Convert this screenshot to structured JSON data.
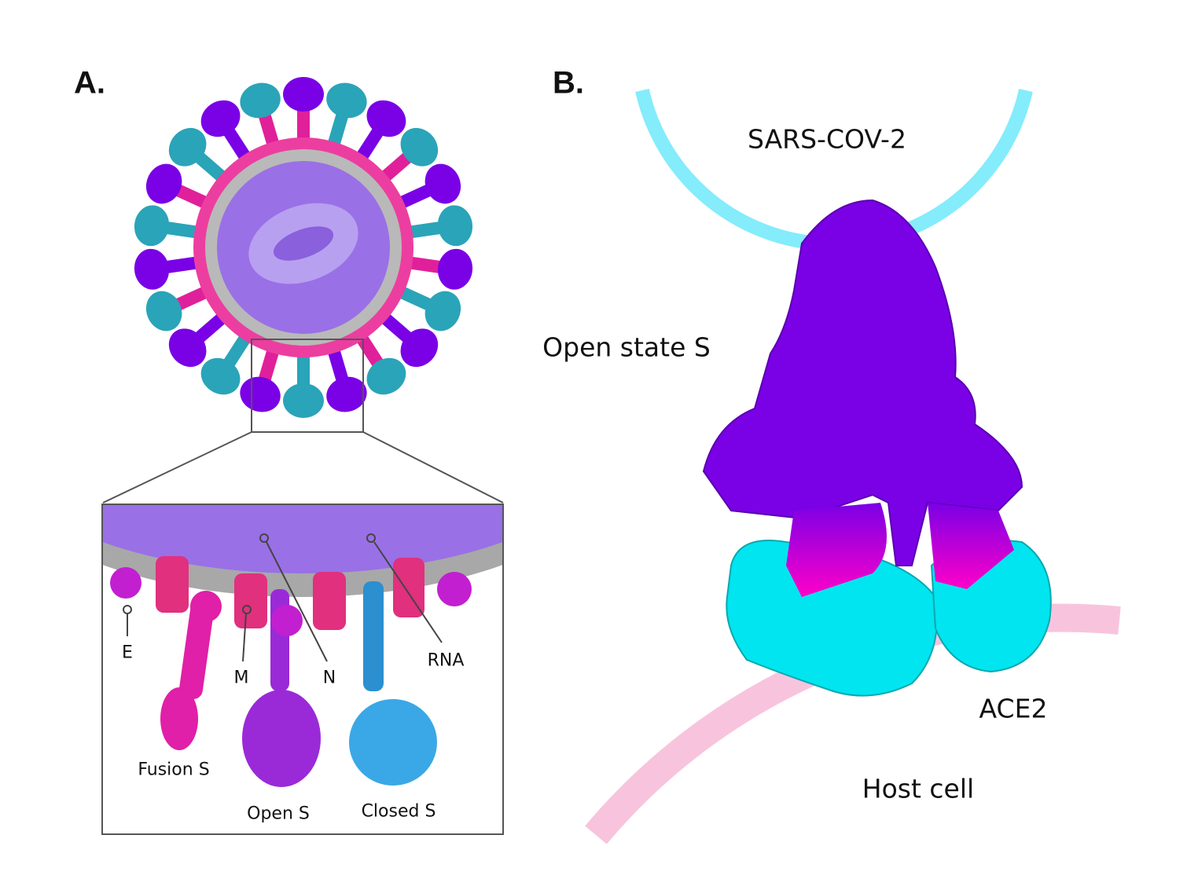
{
  "panel_a": {
    "label": "A.",
    "inset_labels": {
      "e": "E",
      "m": "M",
      "n": "N",
      "rna": "RNA",
      "fusion_s": "Fusion S",
      "open_s": "Open S",
      "closed_s": "Closed S"
    }
  },
  "panel_b": {
    "label": "B.",
    "virus_label": "SARS-COV-2",
    "spike_label": "Open state S",
    "receptor_label": "ACE2",
    "host_label": "Host cell"
  },
  "colors": {
    "spike_purple": "#7a00e6",
    "spike_teal": "#2aa4b8",
    "magenta": "#e0209a",
    "ace2_cyan": "#00e5ef",
    "virus_membrane": "#84ecfb",
    "host_membrane": "#f8c4dd",
    "nucleocapsid": "#9a70e6"
  }
}
